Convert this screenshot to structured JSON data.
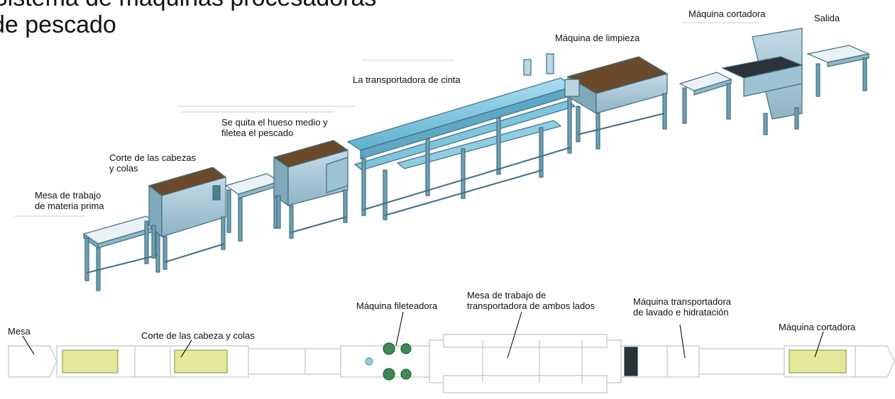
{
  "title": {
    "line1": "Sistema de máquinas procesadoras",
    "line2": "de pescado"
  },
  "top_labels": {
    "mesa_materia_prima": [
      "Mesa de trabajo",
      "de materia prima"
    ],
    "corte_cabezas_colas": [
      "Corte de las cabezas",
      "y colas"
    ],
    "quita_hueso": [
      "Se quita el hueso medio y",
      "filetea el pescado"
    ],
    "transportadora_cinta": "La transportadora de cinta",
    "maquina_limpieza": "Máquina de limpieza",
    "maquina_cortadora": "Máquina cortadora",
    "salida": "Salida"
  },
  "bottom_labels": {
    "mesa": "Mesa",
    "corte_cabeza_colas": "Corte de las cabeza y colas",
    "maquina_fileteadora": "Máquina fileteadora",
    "mesa_ambos_lados": [
      "Mesa de trabajo de",
      "transportadora de ambos lados"
    ],
    "transportadora_lavado": [
      "Máquina transportadora",
      "de lavado e hidratación"
    ],
    "maquina_cortadora": "Máquina cortadora"
  },
  "colors": {
    "frame": "#5f97a8",
    "frame_dark": "#3f6f80",
    "conveyor": "#7fc3dc",
    "machine_body": "#9ebfd0",
    "brown_top": "#6b4a2c",
    "plan_outline": "#b8c8c8",
    "plan_yellow": "#e4e89a",
    "plan_green": "#3c8a55"
  }
}
